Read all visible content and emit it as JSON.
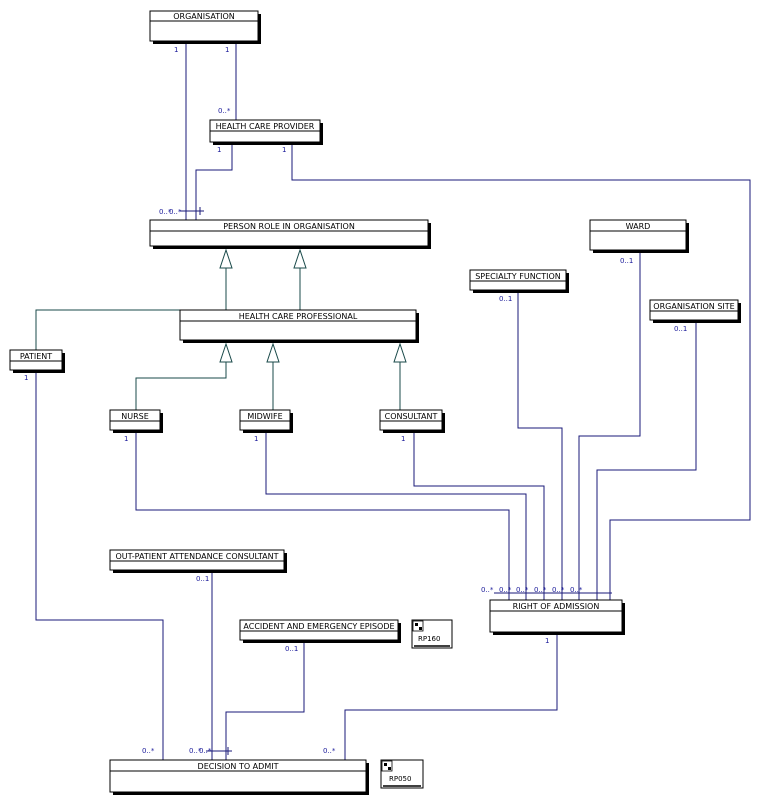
{
  "classes": {
    "organisation": "ORGANISATION",
    "health_care_provider": "HEALTH CARE PROVIDER",
    "person_role": "PERSON ROLE IN ORGANISATION",
    "ward": "WARD",
    "specialty_function": "SPECIALTY FUNCTION",
    "organisation_site": "ORGANISATION SITE",
    "health_care_professional": "HEALTH CARE PROFESSIONAL",
    "patient": "PATIENT",
    "nurse": "NURSE",
    "midwife": "MIDWIFE",
    "consultant": "CONSULTANT",
    "opa_consultant": "OUT-PATIENT ATTENDANCE CONSULTANT",
    "ae_episode": "ACCIDENT AND EMERGENCY EPISODE",
    "right_of_admission": "RIGHT OF ADMISSION",
    "decision_to_admit": "DECISION TO ADMIT"
  },
  "notes": {
    "rp160": "RP160",
    "rp050": "RP050"
  },
  "multiplicities": {
    "org_left": "1",
    "org_right": "1",
    "hcp_top": "0..*",
    "hcp_left": "1",
    "hcp_right": "1",
    "prio_top": "0..*",
    "prio_top2": "0..*",
    "ward_bottom": "0..1",
    "specialty_bottom": "0..1",
    "site_bottom": "0..1",
    "patient_bottom": "1",
    "nurse_bottom": "1",
    "midwife_bottom": "1",
    "consultant_bottom": "1",
    "opa_bottom": "0..1",
    "ae_bottom": "0..1",
    "roa_top1": "0..*",
    "roa_top2": "0..*",
    "roa_top3": "0..*",
    "roa_top4": "0..*",
    "roa_top5": "0..*",
    "roa_top6": "0..*",
    "roa_bottom": "1",
    "dta_top1": "0..*",
    "dta_top2": "0..*",
    "dta_top3": "0..*",
    "dta_top4": "0..*"
  }
}
